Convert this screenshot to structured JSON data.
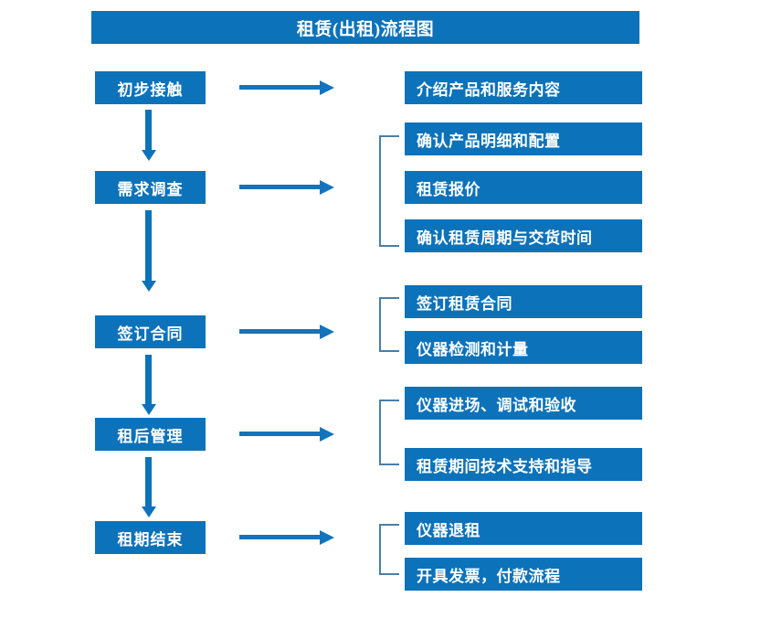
{
  "diagram": {
    "title": "租赁(出租)流程图",
    "colors": {
      "box_fill": "#0C72BA",
      "box_text": "#FFFFFF",
      "arrow": "#1374BD",
      "bracket": "#4A7FA8",
      "background": "#FFFFFF"
    },
    "stages": [
      {
        "label": "初步接触",
        "arrow_icon": "right-arrow-icon",
        "has_bracket": false,
        "details": [
          {
            "label": "介绍产品和服务内容"
          }
        ]
      },
      {
        "label": "需求调查",
        "arrow_icon": "right-arrow-icon",
        "has_bracket": true,
        "details": [
          {
            "label": "确认产品明细和配置"
          },
          {
            "label": "租赁报价"
          },
          {
            "label": "确认租赁周期与交货时间"
          }
        ]
      },
      {
        "label": "签订合同",
        "arrow_icon": "right-arrow-icon",
        "has_bracket": true,
        "details": [
          {
            "label": "签订租赁合同"
          },
          {
            "label": "仪器检测和计量"
          }
        ]
      },
      {
        "label": "租后管理",
        "arrow_icon": "right-arrow-icon",
        "has_bracket": true,
        "details": [
          {
            "label": "仪器进场、调试和验收"
          },
          {
            "label": "租赁期间技术支持和指导"
          }
        ]
      },
      {
        "label": "租期结束",
        "arrow_icon": "right-arrow-icon",
        "has_bracket": true,
        "details": [
          {
            "label": "仪器退租"
          },
          {
            "label": "开具发票，付款流程"
          }
        ]
      }
    ],
    "flow_connectors": [
      {
        "from": "初步接触",
        "to": "需求调查",
        "icon": "down-arrow-icon"
      },
      {
        "from": "需求调查",
        "to": "签订合同",
        "icon": "down-arrow-icon"
      },
      {
        "from": "签订合同",
        "to": "租后管理",
        "icon": "down-arrow-icon"
      },
      {
        "from": "租后管理",
        "to": "租期结束",
        "icon": "down-arrow-icon"
      }
    ]
  }
}
